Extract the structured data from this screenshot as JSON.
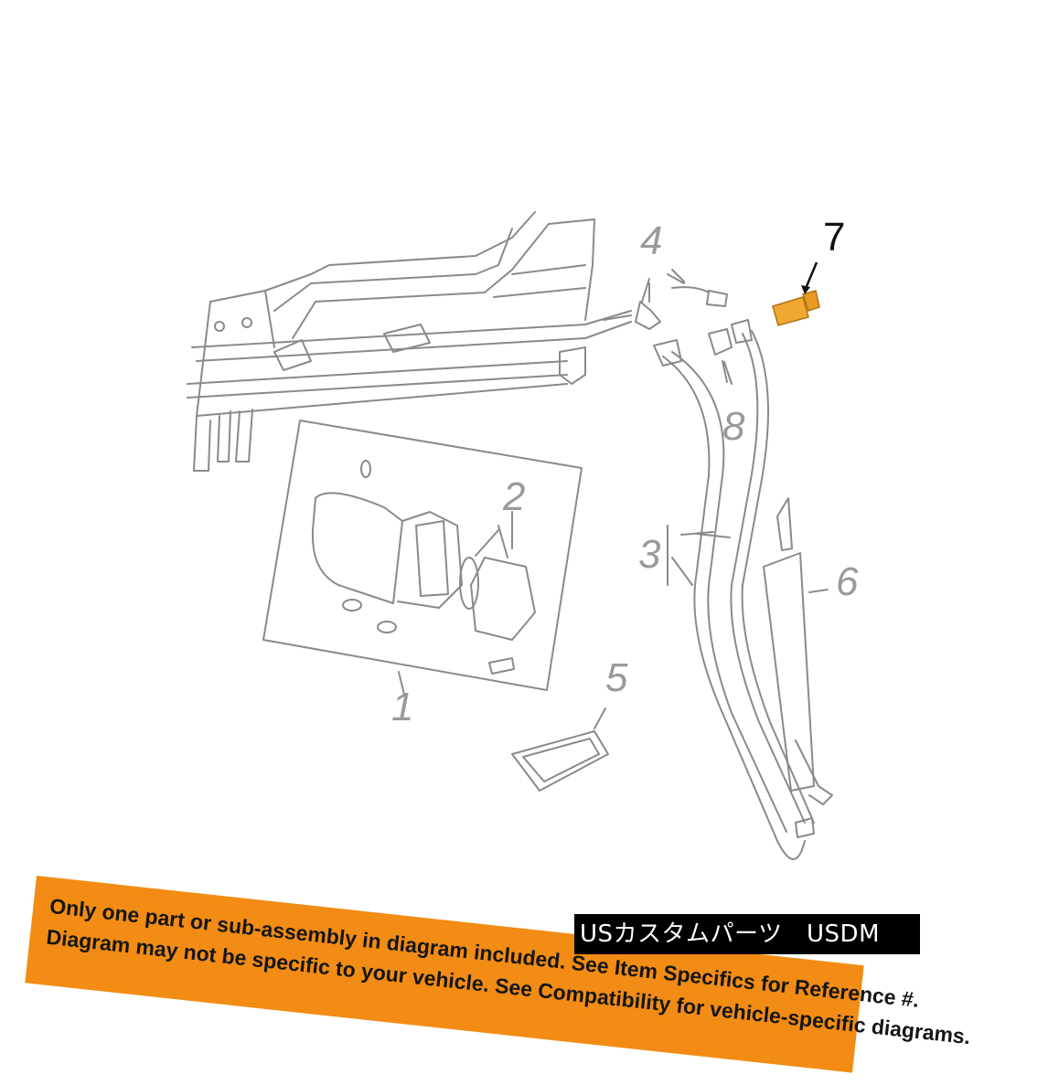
{
  "callouts": {
    "c1": "1",
    "c2": "2",
    "c3": "3",
    "c4": "4",
    "c5": "5",
    "c6": "6",
    "c7": "7",
    "c8": "8"
  },
  "banner": {
    "line1": "Only one part or sub-assembly in diagram included. See Item Specifics for Reference #.",
    "line2": "Diagram may not be specific to your vehicle. See Compatibility for vehicle-specific diagrams."
  },
  "watermark": "USカスタムパーツ　USDM",
  "colors": {
    "highlight_part": "#f0a830",
    "banner": "#f28c14",
    "line_art": "#8a8a8a"
  }
}
